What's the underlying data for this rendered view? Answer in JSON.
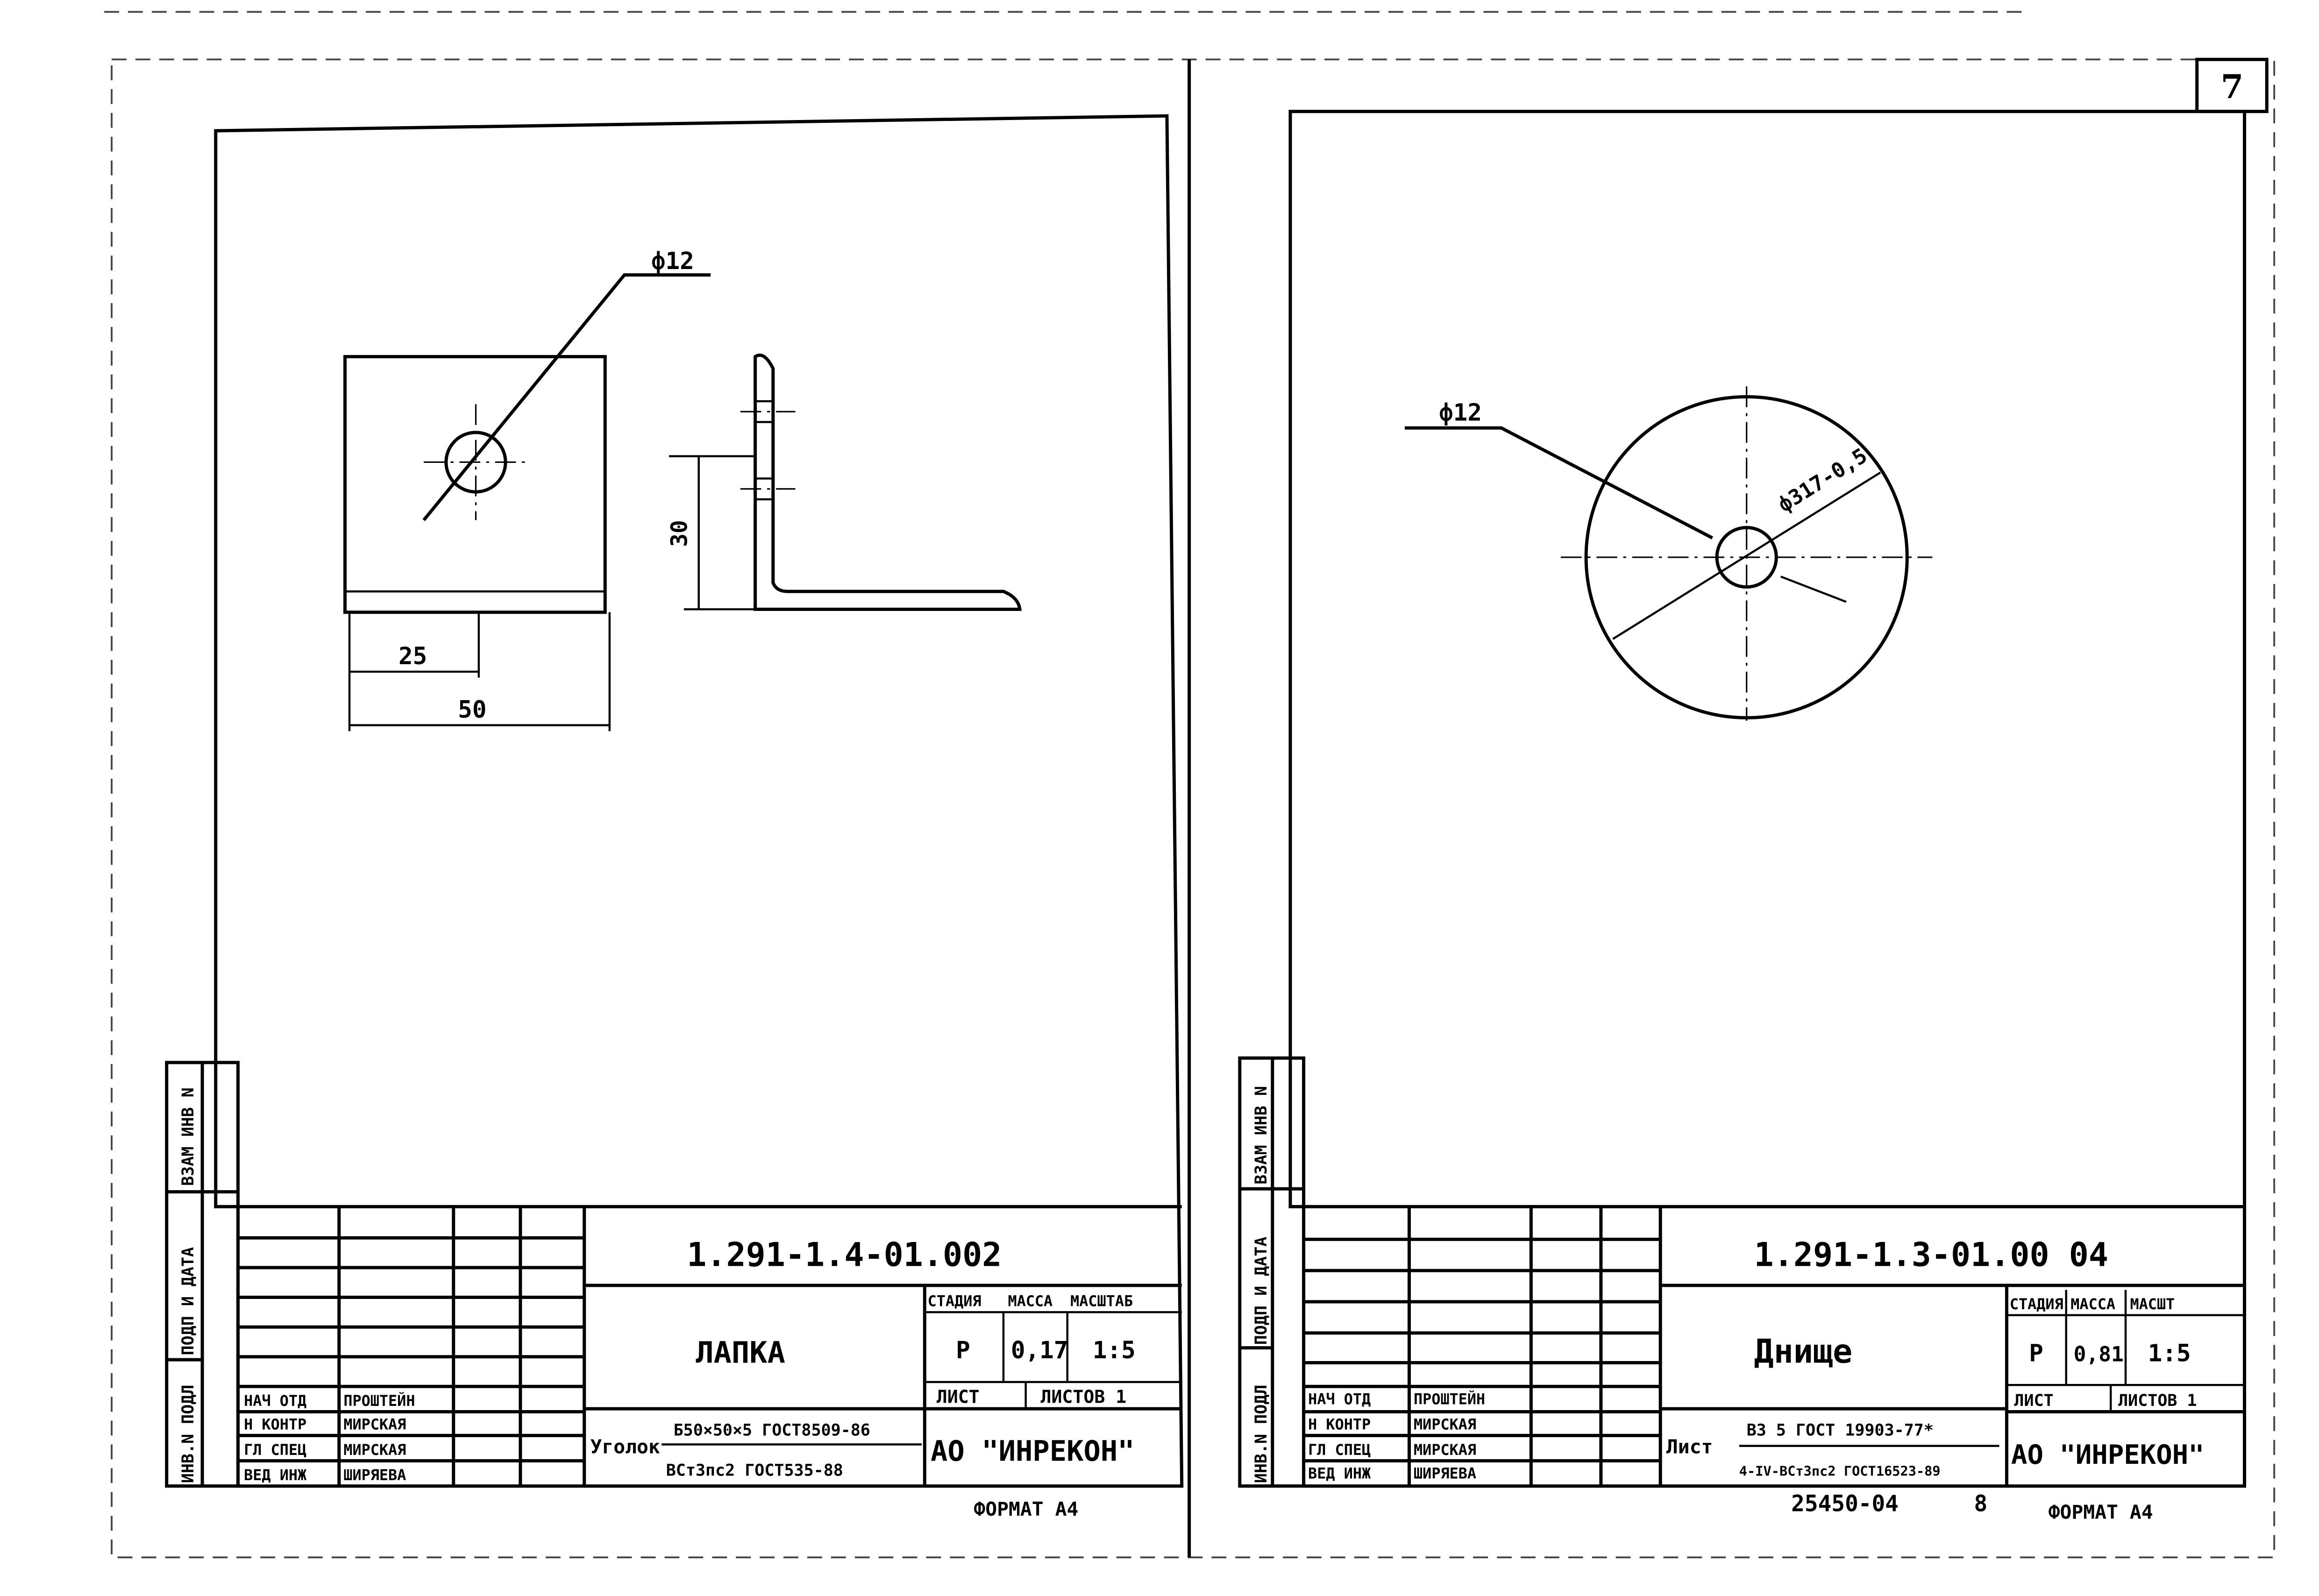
{
  "page_number": "7",
  "left_sheet": {
    "dims": {
      "hole": "ф12",
      "d25": "25",
      "d50": "50",
      "d30": "30"
    },
    "side_labels": [
      "ИНВ.N ПОДЛ",
      "ПОДП И ДАТА",
      "ВЗАМ ИНВ N"
    ],
    "code": "1.291-1.4-01.002",
    "name": "ЛАПКА",
    "headers": {
      "stage": "СТАДИЯ",
      "mass": "МАССА",
      "scale": "МАСШТАБ"
    },
    "values": {
      "stage": "Р",
      "mass": "0,17",
      "scale": "1:5"
    },
    "sheet": "ЛИСТ",
    "sheets": "ЛИСТОВ 1",
    "signatures": [
      {
        "role": "НАЧ ОТД",
        "name": "ПРОШТЕЙН"
      },
      {
        "role": "Н КОНТР",
        "name": "МИРСКАЯ"
      },
      {
        "role": "ГЛ СПЕЦ",
        "name": "МИРСКАЯ"
      },
      {
        "role": "ВЕД ИНЖ",
        "name": "ШИРЯЕВА"
      }
    ],
    "material_label": "Уголок",
    "material_top": "Б50×50×5 ГОСТ8509-86",
    "material_bottom": "ВСт3пс2 ГОСТ535-88",
    "company": "АО \"ИНРЕКОН\"",
    "format": "ФОРМАТ А4"
  },
  "right_sheet": {
    "dims": {
      "hole": "ф12",
      "diameter": "ф317-0,5"
    },
    "side_labels": [
      "ИНВ.N ПОДЛ",
      "ПОДП И ДАТА",
      "ВЗАМ ИНВ N"
    ],
    "code": "1.291-1.3-01.00 04",
    "name": "Днище",
    "headers": {
      "stage": "СТАДИЯ",
      "mass": "МАССА",
      "scale": "МАСШТ"
    },
    "values": {
      "stage": "Р",
      "mass": "0,81",
      "scale": "1:5"
    },
    "sheet": "ЛИСТ",
    "sheets": "ЛИСТОВ 1",
    "signatures": [
      {
        "role": "НАЧ ОТД",
        "name": "ПРОШТЕЙН"
      },
      {
        "role": "Н КОНТР",
        "name": "МИРСКАЯ"
      },
      {
        "role": "ГЛ СПЕЦ",
        "name": "МИРСКАЯ"
      },
      {
        "role": "ВЕД ИНЖ",
        "name": "ШИРЯЕВА"
      }
    ],
    "material_label": "Лист",
    "material_top": "В3 5 ГОСТ 19903-77*",
    "material_bottom": "4-IV-ВСт3пс2 ГОСТ16523-89",
    "company": "АО \"ИНРЕКОН\"",
    "archive_number": "25450-04",
    "archive_sheet": "8",
    "format": "ФОРМАТ А4"
  }
}
